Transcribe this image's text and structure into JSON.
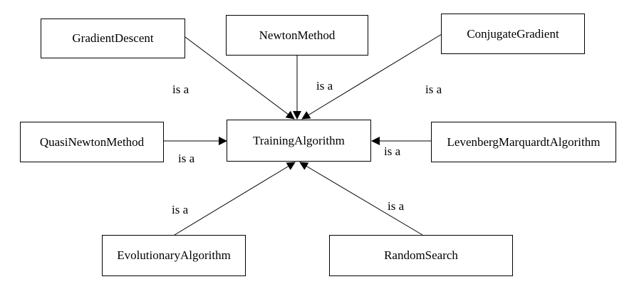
{
  "diagram": {
    "nodes": {
      "gradient_descent": "GradientDescent",
      "newton_method": "NewtonMethod",
      "conjugate_gradient": "ConjugateGradient",
      "quasi_newton_method": "QuasiNewtonMethod",
      "training_algorithm": "TrainingAlgorithm",
      "levenberg_marquardt_algorithm": "LevenbergMarquardtAlgorithm",
      "evolutionary_algorithm": "EvolutionaryAlgorithm",
      "random_search": "RandomSearch"
    },
    "edges": [
      {
        "from": "GradientDescent",
        "to": "TrainingAlgorithm",
        "label": "is a"
      },
      {
        "from": "NewtonMethod",
        "to": "TrainingAlgorithm",
        "label": "is a"
      },
      {
        "from": "ConjugateGradient",
        "to": "TrainingAlgorithm",
        "label": "is a"
      },
      {
        "from": "QuasiNewtonMethod",
        "to": "TrainingAlgorithm",
        "label": "is a"
      },
      {
        "from": "LevenbergMarquardtAlgorithm",
        "to": "TrainingAlgorithm",
        "label": "is a"
      },
      {
        "from": "EvolutionaryAlgorithm",
        "to": "TrainingAlgorithm",
        "label": "is a"
      },
      {
        "from": "RandomSearch",
        "to": "TrainingAlgorithm",
        "label": "is a"
      }
    ]
  }
}
